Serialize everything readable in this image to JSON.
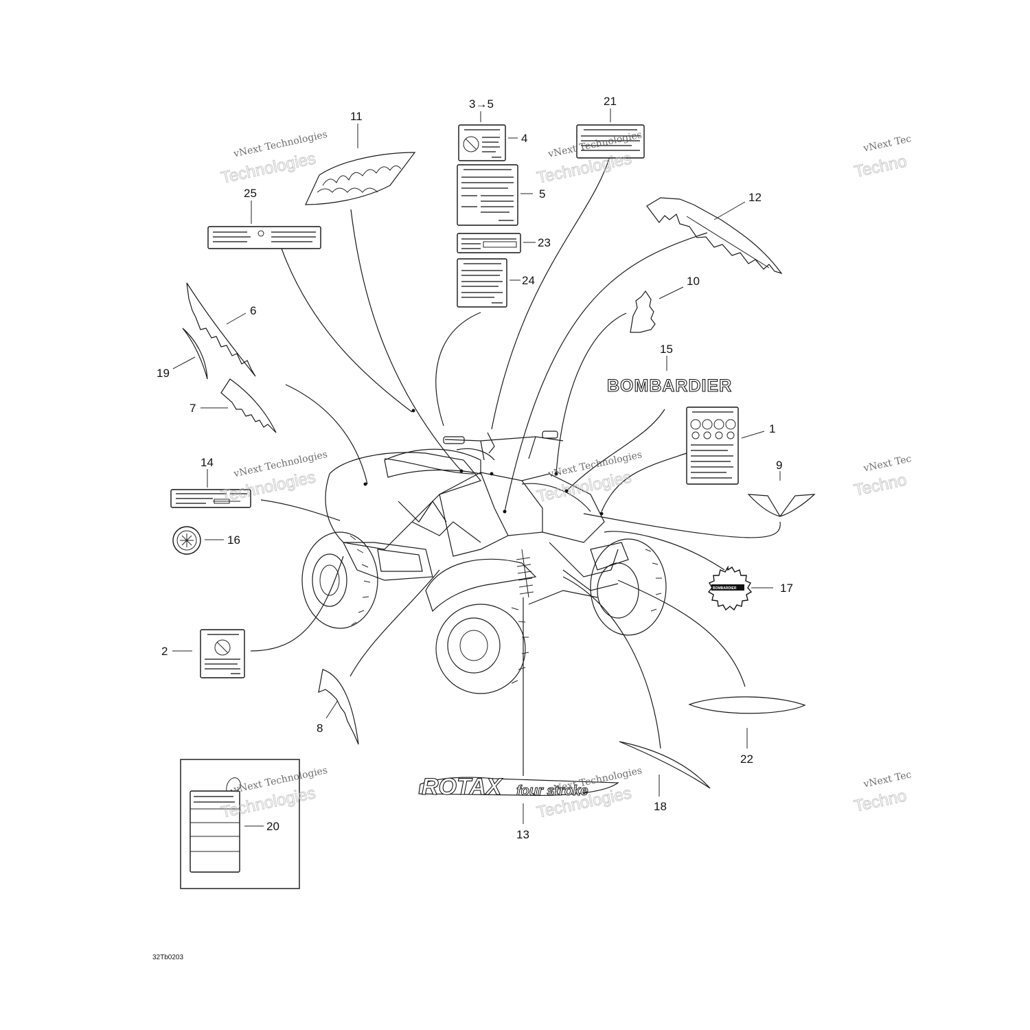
{
  "figure_code": "32Tb0203",
  "watermark": {
    "line1": "vNext Technologies",
    "line2": "Technologies",
    "line1_clipped": "vNext Tec",
    "line2_clipped": "Techno"
  },
  "decals": {
    "brand_text": "BOMBARDIER",
    "rotax_text": "ROTAX",
    "four_stroke_text": "four stroke"
  },
  "callouts": {
    "c1": "1",
    "c2": "2",
    "c3to5": "3→5",
    "c4": "4",
    "c5": "5",
    "c6": "6",
    "c7": "7",
    "c8": "8",
    "c9": "9",
    "c10": "10",
    "c11": "11",
    "c12": "12",
    "c13": "13",
    "c14": "14",
    "c15": "15",
    "c16": "16",
    "c17": "17",
    "c18": "18",
    "c19": "19",
    "c20": "20",
    "c21": "21",
    "c22": "22",
    "c23": "23",
    "c24": "24",
    "c25": "25"
  },
  "colors": {
    "ink": "#111111",
    "watermark": "#bbbbbb",
    "paper": "#ffffff"
  }
}
